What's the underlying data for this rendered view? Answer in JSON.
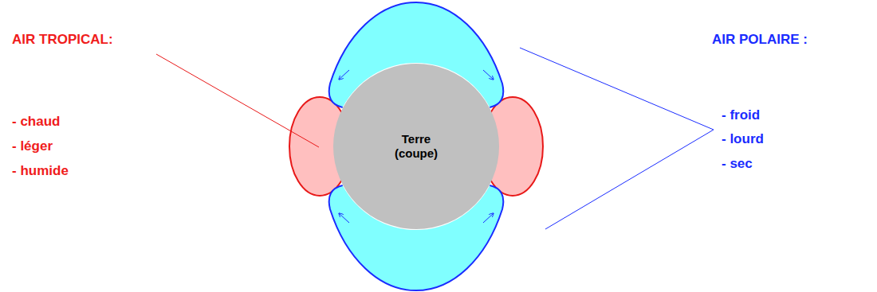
{
  "diagram": {
    "nodes": [
      {
        "text": [
          "Terre (coupe)"
        ]
      }
    ],
    "labels": [
      "AIR TROPICAL:",
      "- chaud",
      "- léger",
      "- humide",
      "AIR POLAIRE :",
      "- froid",
      "- lourd",
      "- sec"
    ]
  }
}
